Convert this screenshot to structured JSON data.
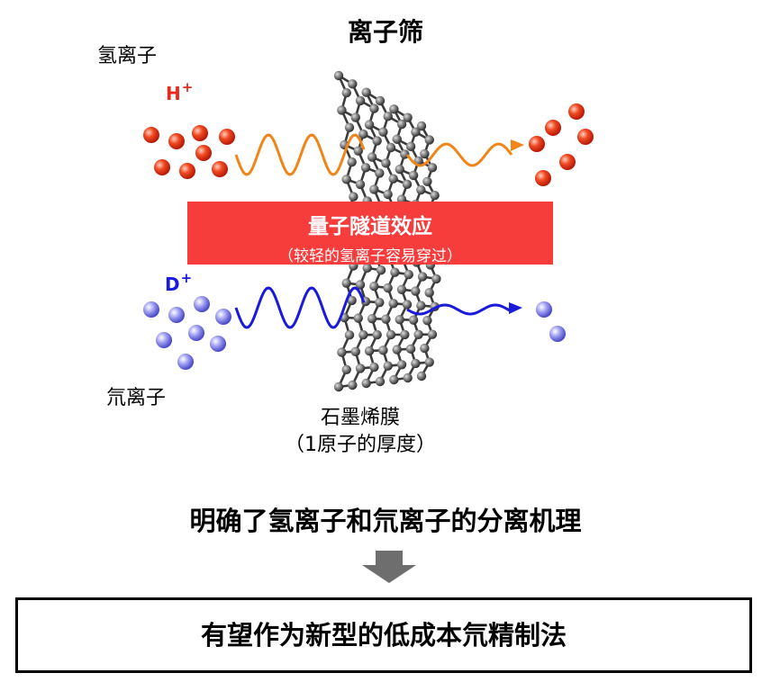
{
  "title": "离子筛",
  "hydrogen": {
    "label": "氢离子",
    "symbol": "H",
    "charge": "+",
    "color": "#e8291c"
  },
  "deuterium": {
    "label": "氘离子",
    "symbol": "D",
    "charge": "+",
    "color": "#1a1adb"
  },
  "banner": {
    "title": "量子隧道效应",
    "subtitle": "（较轻的氢离子容易穿过）",
    "color": "#f73c3c"
  },
  "membrane": {
    "line1": "石墨烯膜",
    "line2": "（1原子的厚度）"
  },
  "conclusion": "明确了氢离子和氘离子的分离机理",
  "outcome": "有望作为新型的低成本氘精制法",
  "colors": {
    "wave_h": "#f0861a",
    "wave_d": "#1a1adb",
    "arrow": "#6e6e6e"
  }
}
